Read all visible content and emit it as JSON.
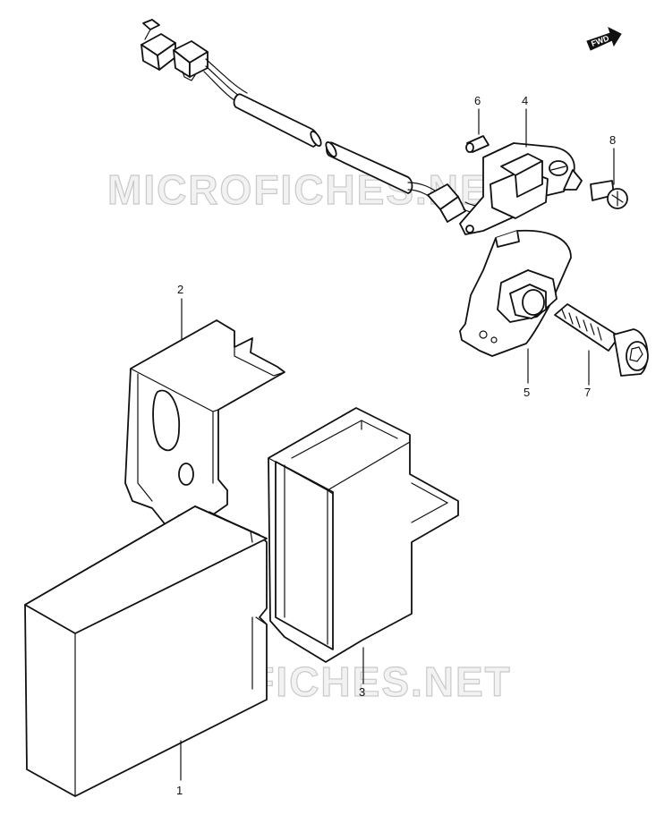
{
  "watermark": {
    "top": "MICROFICHES.NET",
    "bottom": "MICROFICHES.NET"
  },
  "direction_mark": "FWD",
  "callouts": {
    "c1": "1",
    "c2": "2",
    "c3": "3",
    "c4": "4",
    "c5": "5",
    "c6": "6",
    "c7": "7",
    "c8": "8"
  }
}
